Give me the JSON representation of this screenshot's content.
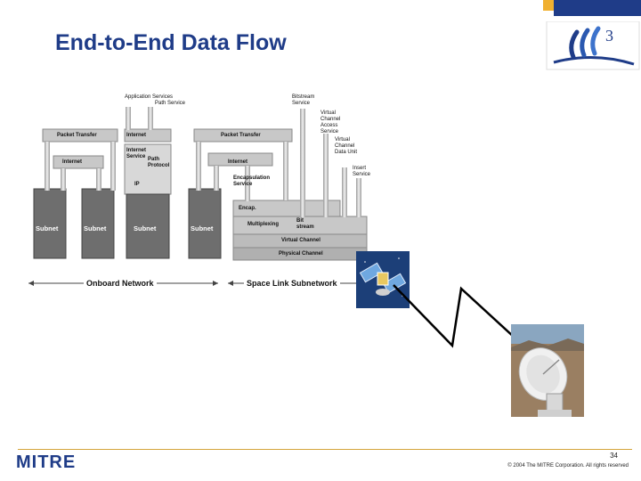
{
  "slide": {
    "title": "End-to-End Data Flow",
    "page_number": "34",
    "copyright": "© 2004 The MITRE Corporation. All rights reserved",
    "brand": "MITRE"
  },
  "logo": {
    "mark": "3"
  },
  "diagram": {
    "top_labels": {
      "app_service": "Application Services",
      "path_service": "Path Service",
      "bitstream_service": "Bitstream Service",
      "vc_access": "Virtual Channel Access Service",
      "vcdu": "Virtual Channel Data Unit",
      "insert_service": "Insert Service"
    },
    "layers": {
      "packet_transfer_left": "Packet Transfer",
      "packet_transfer_right": "Packet Transfer",
      "internet_a": "Internet",
      "internet_b": "Internet",
      "internet_service": "Internet Service",
      "path_protocol": "Path Protocol",
      "ip": "IP",
      "internet_c": "Internet",
      "encap_service": "Encapsulation Service",
      "encap": "Encap.",
      "multiplexing": "Multiplexing",
      "bitstream": "Bit stream",
      "virtual_channel": "Virtual Channel",
      "physical_channel": "Physical Channel"
    },
    "subnets": [
      "Subnet",
      "Subnet",
      "Subnet",
      "Subnet"
    ],
    "networks": {
      "onboard": "Onboard Network",
      "space_link": "Space Link Subnetwork"
    }
  },
  "colors": {
    "title": "#1f3c88",
    "brand": "#1f3c88",
    "accent_gold": "#f0b030",
    "footer_line": "#d4a43a",
    "layer_gray": "#c8c8c8",
    "layer_dark": "#707070"
  },
  "icons": [
    "satellite-image",
    "ground-antenna-image",
    "radio-link-zigzag"
  ]
}
